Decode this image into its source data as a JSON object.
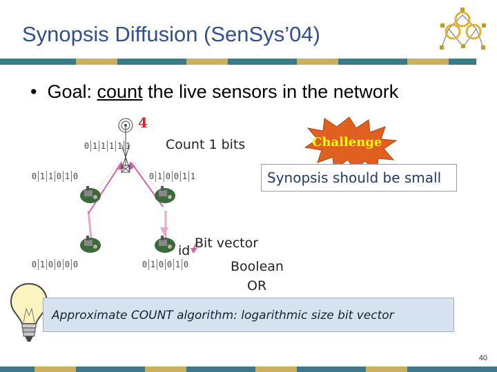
{
  "slide": {
    "title": "Synopsis Diffusion (SenSys’04)",
    "bullet_prefix": "Goal: ",
    "bullet_underlined": "count",
    "bullet_suffix": " the live sensors in the network",
    "hop_count": "4",
    "count_bits_label": "Count 1 bits",
    "challenge_label": "Challenge",
    "synopsis_small_label": "Synopsis should be small",
    "id_label": "id",
    "bit_vector_label": "Bit vector",
    "boolean_label": "Boolean",
    "or_label": "OR",
    "approx_label": "Approximate COUNT algorithm: logarithmic size bit vector",
    "slide_number": "40"
  },
  "bit_vectors": {
    "top": [
      "0",
      "1",
      "1",
      "1",
      "1",
      "1"
    ],
    "left": [
      "0",
      "1",
      "1",
      "0",
      "1",
      "0"
    ],
    "right": [
      "0",
      "1",
      "0",
      "0",
      "1",
      "1"
    ],
    "bottom_left": [
      "0",
      "1",
      "0",
      "0",
      "0",
      "0"
    ],
    "bottom_right": [
      "0",
      "1",
      "0",
      "0",
      "1",
      "0"
    ]
  },
  "colors": {
    "title": "#2f4f8f",
    "accent_bar_1": "#3a7a8a",
    "accent_bar_2": "#c8b060",
    "challenge_burst": "#e06020",
    "challenge_text": "#ffff00",
    "approx_box": "#d7e2f1"
  }
}
